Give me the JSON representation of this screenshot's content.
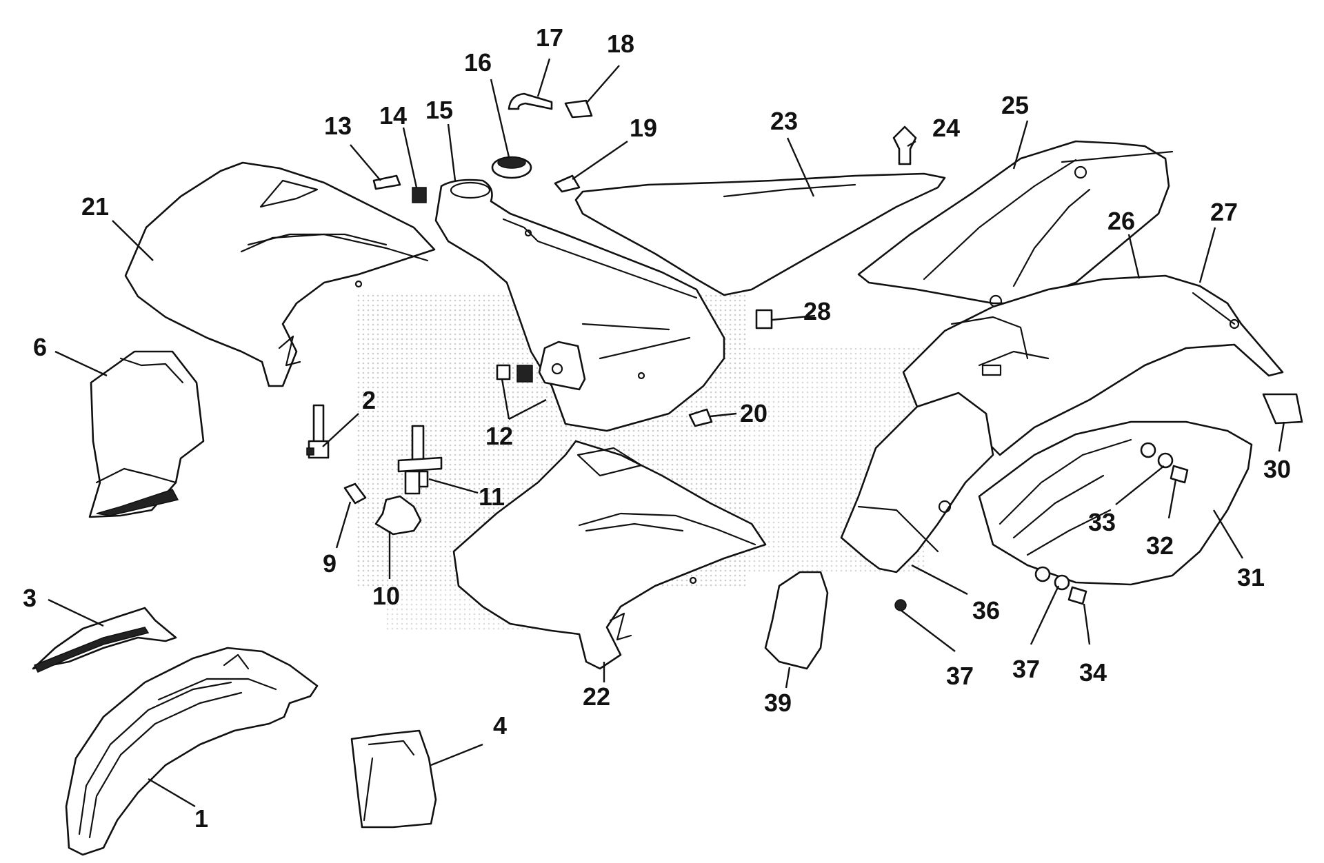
{
  "callouts": [
    {
      "n": "1"
    },
    {
      "n": "2"
    },
    {
      "n": "3"
    },
    {
      "n": "4"
    },
    {
      "n": "6"
    },
    {
      "n": "9"
    },
    {
      "n": "10"
    },
    {
      "n": "11"
    },
    {
      "n": "12"
    },
    {
      "n": "13"
    },
    {
      "n": "14"
    },
    {
      "n": "15"
    },
    {
      "n": "16"
    },
    {
      "n": "17"
    },
    {
      "n": "18"
    },
    {
      "n": "19"
    },
    {
      "n": "20"
    },
    {
      "n": "21"
    },
    {
      "n": "22"
    },
    {
      "n": "23"
    },
    {
      "n": "24"
    },
    {
      "n": "25"
    },
    {
      "n": "26"
    },
    {
      "n": "27"
    },
    {
      "n": "28"
    },
    {
      "n": "30"
    },
    {
      "n": "31"
    },
    {
      "n": "32"
    },
    {
      "n": "33"
    },
    {
      "n": "34"
    },
    {
      "n": "36"
    },
    {
      "n": "37"
    },
    {
      "n": "37"
    },
    {
      "n": "39"
    }
  ],
  "colors": {
    "line": "#111111",
    "background": "#ffffff",
    "watermark": "#c8c8c8"
  }
}
